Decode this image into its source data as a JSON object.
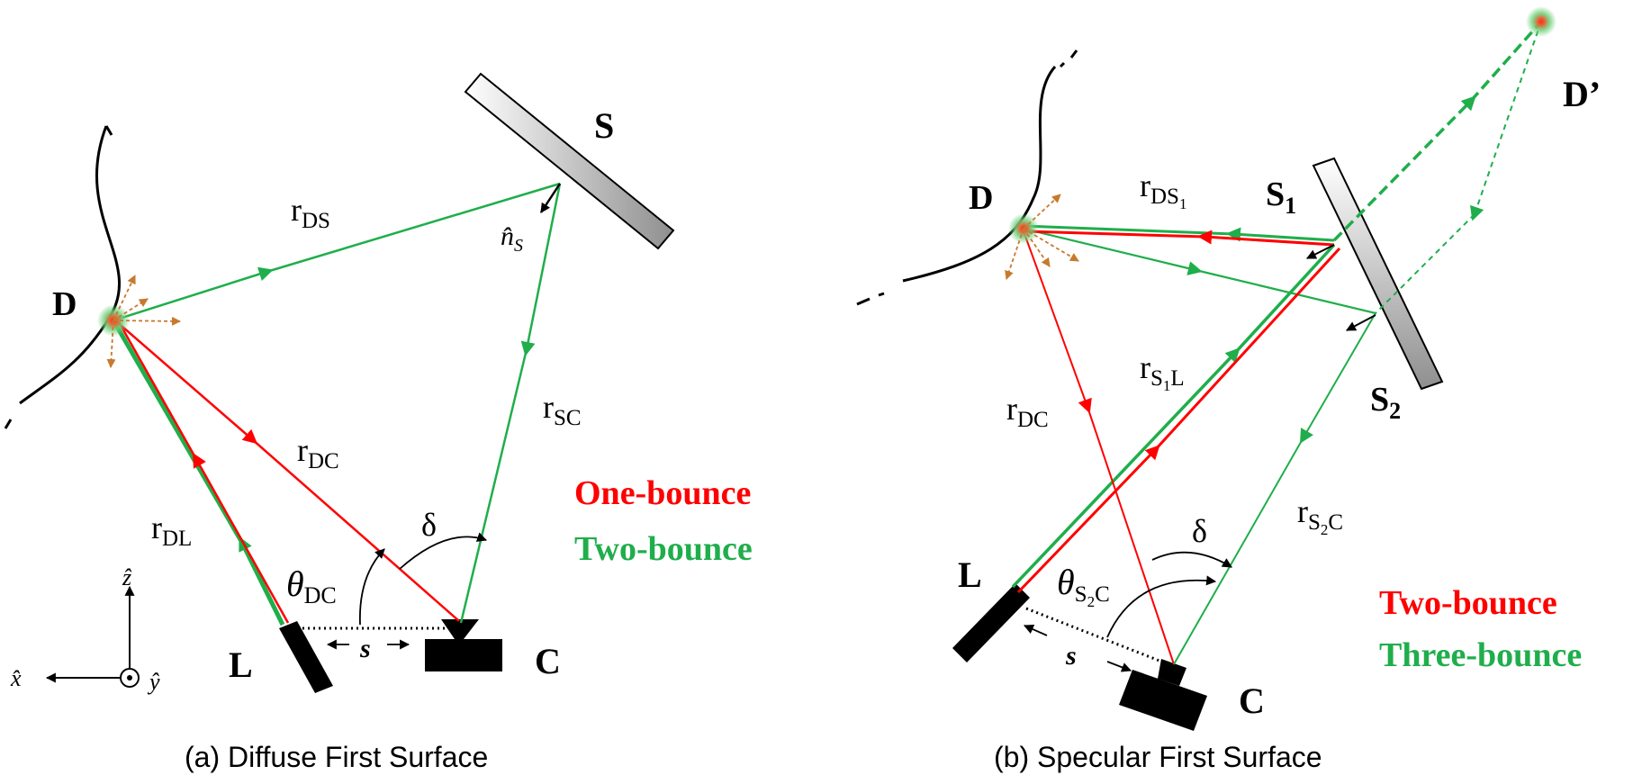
{
  "panel_a": {
    "caption": "(a) Diffuse First Surface",
    "labels": {
      "D": "D",
      "S": "S",
      "L": "L",
      "C": "C"
    },
    "vectors": {
      "r_ds": "r",
      "r_ds_sub": "DS",
      "r_sc": "r",
      "r_sc_sub": "SC",
      "r_dc": "r",
      "r_dc_sub": "DC",
      "r_dl": "r",
      "r_dl_sub": "DL"
    },
    "normal": {
      "base": "n̂",
      "sub": "S"
    },
    "angles": {
      "delta": "δ",
      "theta": "θ",
      "theta_sub": "DC"
    },
    "baseline": "s",
    "axes": {
      "z": "ẑ",
      "x": "x̂",
      "y": "ŷ"
    },
    "legend": {
      "one_bounce": "One-bounce",
      "two_bounce": "Two-bounce"
    }
  },
  "panel_b": {
    "caption": "(b) Specular First Surface",
    "labels": {
      "D": "D",
      "D_prime": "D’",
      "S1": "S",
      "S1_sub": "1",
      "S2": "S",
      "S2_sub": "2",
      "L": "L",
      "C": "C"
    },
    "vectors": {
      "r_ds1": "r",
      "r_ds1_sub": "DS",
      "r_ds1_subsub": "1",
      "r_s1l": "r",
      "r_s1l_sub_a": "S",
      "r_s1l_subsub": "1",
      "r_s1l_sub_b": "L",
      "r_dc": "r",
      "r_dc_sub": "DC",
      "r_s2c": "r",
      "r_s2c_sub_a": "S",
      "r_s2c_subsub": "2",
      "r_s2c_sub_b": "C"
    },
    "angles": {
      "delta": "δ",
      "theta": "θ",
      "theta_sub_a": "S",
      "theta_subsub": "2",
      "theta_sub_b": "C"
    },
    "baseline": "s",
    "legend": {
      "two_bounce": "Two-bounce",
      "three_bounce": "Three-bounce"
    }
  },
  "colors": {
    "one_bounce": "#ff0000",
    "two_bounce": "#1fae4b",
    "text": "#000000",
    "glow": "#52c15a",
    "scatter_arrow": "#c77a2e",
    "mirror_fill_start": "#ffffff",
    "mirror_fill_end": "#8f8f8f"
  }
}
